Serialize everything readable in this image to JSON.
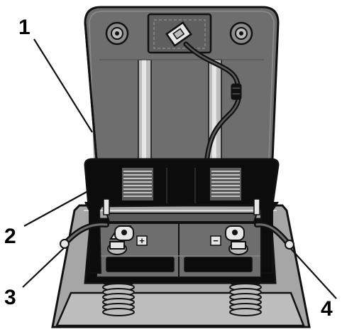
{
  "callouts": [
    {
      "id": "1",
      "text": "1"
    },
    {
      "id": "2",
      "text": "2"
    },
    {
      "id": "3",
      "text": "3"
    },
    {
      "id": "4",
      "text": "4"
    }
  ],
  "terminals": {
    "positive_symbol": "+",
    "negative_symbol": "−"
  },
  "colors": {
    "outline": "#111111",
    "panel_dark": "#6e6e6e",
    "panel_mid": "#8c8c8c",
    "panel_light": "#bdbdbd",
    "tray": "#a6a6a6",
    "battery_black": "#0c0c0c",
    "highlight": "#e6e6e6"
  }
}
